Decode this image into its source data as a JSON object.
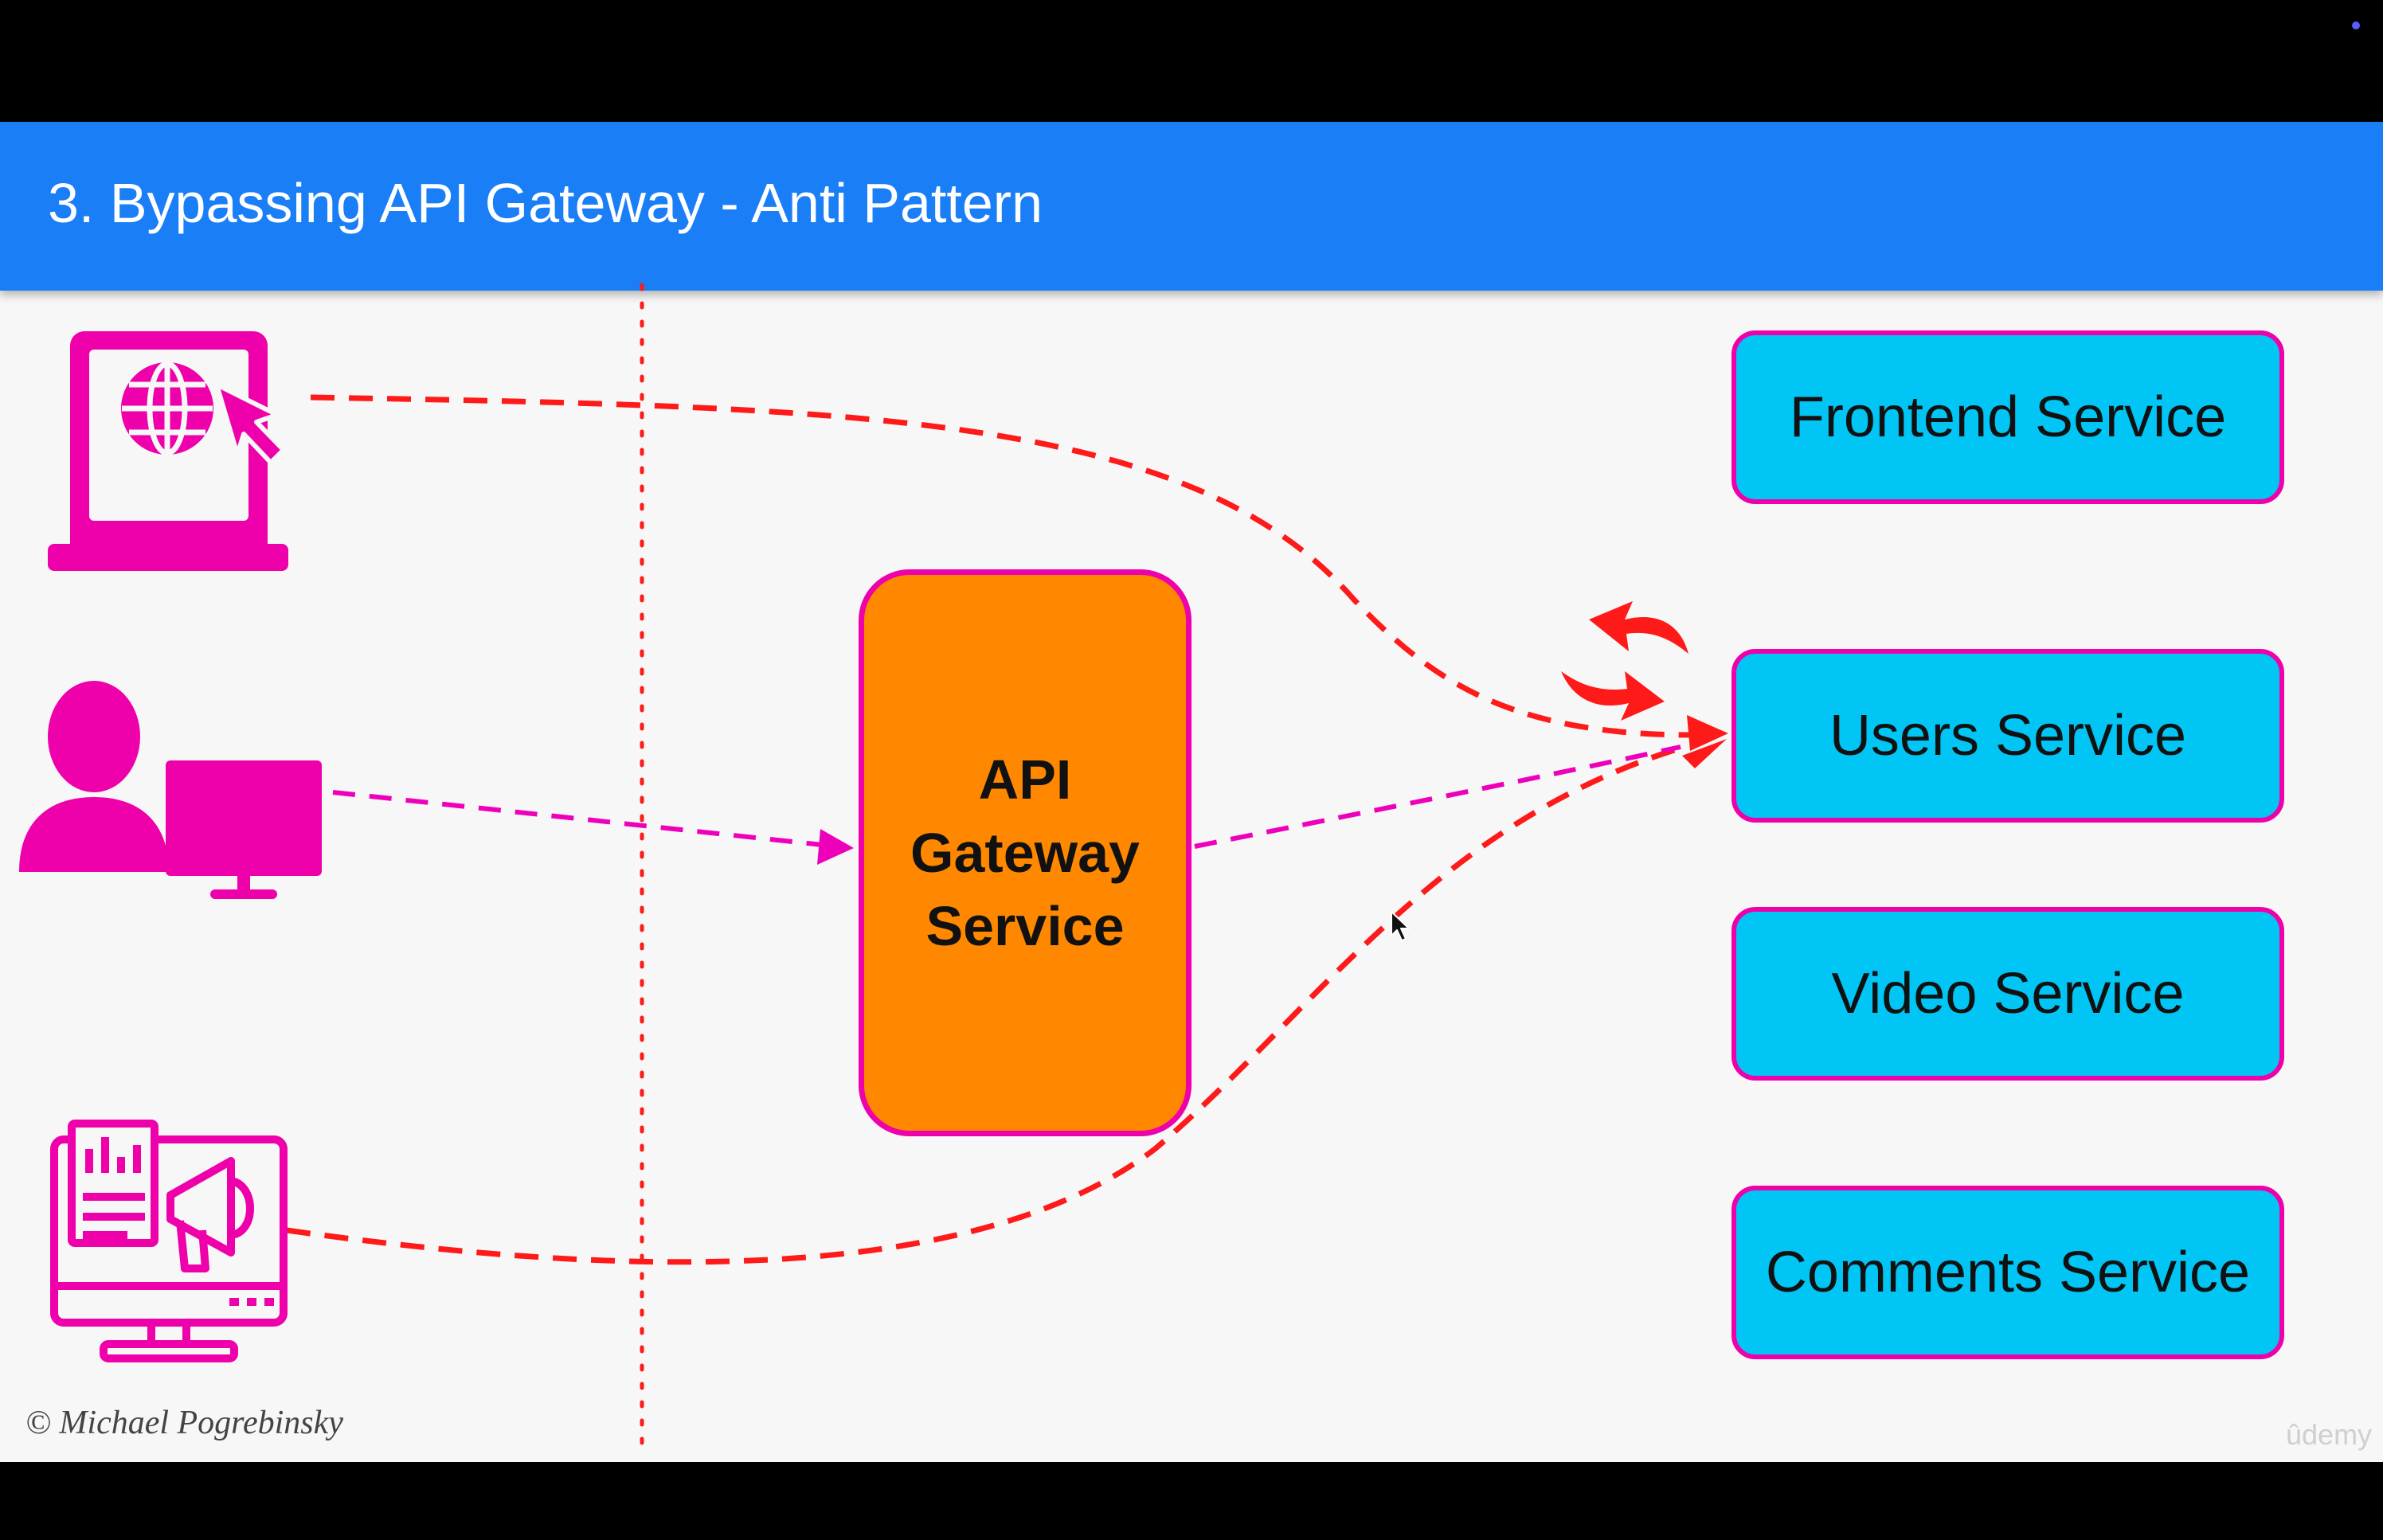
{
  "slide": {
    "title": "3. Bypassing API Gateway - Anti Pattern",
    "copyright": "© Michael Pogrebinsky",
    "brand": "ûdemy"
  },
  "gateway": {
    "label": "API Gateway Service"
  },
  "services": [
    {
      "label": "Frontend Service"
    },
    {
      "label": "Users Service"
    },
    {
      "label": "Video Service"
    },
    {
      "label": "Comments Service"
    }
  ],
  "clients": [
    {
      "icon": "web-browser-icon"
    },
    {
      "icon": "desktop-user-icon"
    },
    {
      "icon": "marketing-dashboard-icon"
    }
  ],
  "colors": {
    "title_bar": "#1a7ff7",
    "service_fill": "#00c5f5",
    "gateway_fill": "#ff8800",
    "outline_magenta": "#ee00aa",
    "bypass_arrow_red": "#ff1a1a",
    "gateway_arrow_magenta": "#ee00bb"
  }
}
